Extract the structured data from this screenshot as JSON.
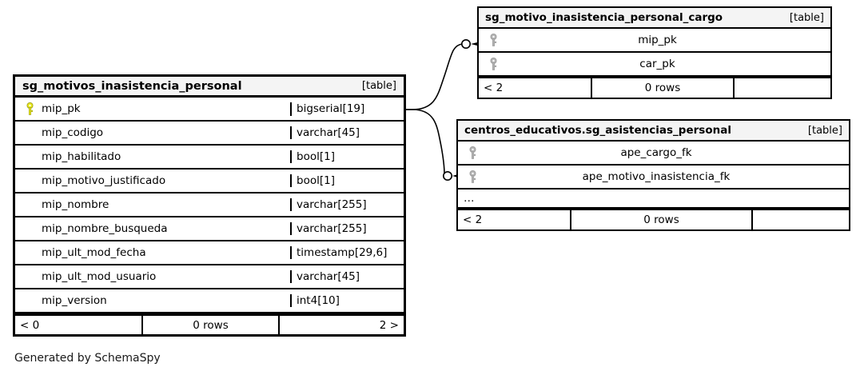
{
  "caption": "Generated by SchemaSpy",
  "colors": {
    "primary_key": "#e8e81c",
    "foreign_key": "#b3b3b3",
    "header_bg": "#f4f4f4",
    "border": "#000000",
    "background": "#ffffff"
  },
  "table_tag": "[table]",
  "tables": [
    {
      "id": "sg_motivos_inasistencia_personal",
      "title": "sg_motivos_inasistencia_personal",
      "tag": "[table]",
      "columns": [
        {
          "name": "mip_pk",
          "type": "bigserial[19]",
          "key": "primary-key-icon"
        },
        {
          "name": "mip_codigo",
          "type": "varchar[45]",
          "key": "none"
        },
        {
          "name": "mip_habilitado",
          "type": "bool[1]",
          "key": "none"
        },
        {
          "name": "mip_motivo_justificado",
          "type": "bool[1]",
          "key": "none"
        },
        {
          "name": "mip_nombre",
          "type": "varchar[255]",
          "key": "none"
        },
        {
          "name": "mip_nombre_busqueda",
          "type": "varchar[255]",
          "key": "none"
        },
        {
          "name": "mip_ult_mod_fecha",
          "type": "timestamp[29,6]",
          "key": "none"
        },
        {
          "name": "mip_ult_mod_usuario",
          "type": "varchar[45]",
          "key": "none"
        },
        {
          "name": "mip_version",
          "type": "int4[10]",
          "key": "none"
        }
      ],
      "footer": {
        "left": "< 0",
        "center": "0 rows",
        "right": "2 >"
      }
    },
    {
      "id": "sg_motivo_inasistencia_personal_cargo",
      "title": "sg_motivo_inasistencia_personal_cargo",
      "tag": "[table]",
      "columns": [
        {
          "name": "mip_pk",
          "type": "",
          "key": "foreign-key-icon"
        },
        {
          "name": "car_pk",
          "type": "",
          "key": "foreign-key-icon"
        }
      ],
      "footer": {
        "left": "< 2",
        "center": "0 rows",
        "right": ""
      }
    },
    {
      "id": "centros_educativos.sg_asistencias_personal",
      "title": "centros_educativos.sg_asistencias_personal",
      "tag": "[table]",
      "columns": [
        {
          "name": "ape_cargo_fk",
          "type": "",
          "key": "foreign-key-icon"
        },
        {
          "name": "ape_motivo_inasistencia_fk",
          "type": "",
          "key": "foreign-key-icon"
        }
      ],
      "more_indicator": "…",
      "footer": {
        "left": "< 2",
        "center": "0 rows",
        "right": ""
      }
    }
  ]
}
